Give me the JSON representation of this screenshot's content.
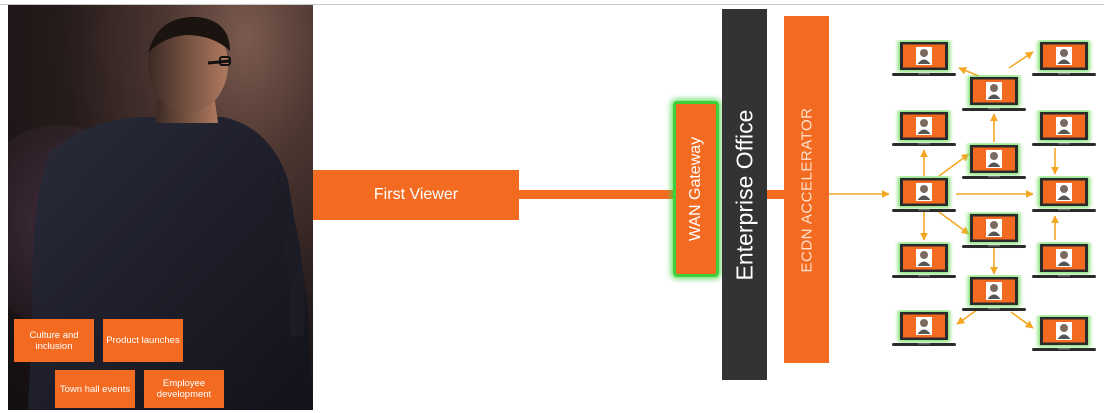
{
  "tiles": [
    {
      "label": "Culture and inclusion"
    },
    {
      "label": "Product launches"
    },
    {
      "label": "Town hall events"
    },
    {
      "label": "Employee development"
    }
  ],
  "flow": {
    "first_viewer": "First Viewer",
    "wan_gateway": "WAN Gateway",
    "enterprise_office": "Enterprise Office",
    "ecdn_accelerator": "ECDN ACCELERATOR"
  },
  "colors": {
    "orange": "#f26b21",
    "dark": "#333333",
    "green_glow": "#3ed23a",
    "arrow": "#f5a623"
  },
  "icons": {
    "viewer": "laptop-person-icon"
  }
}
